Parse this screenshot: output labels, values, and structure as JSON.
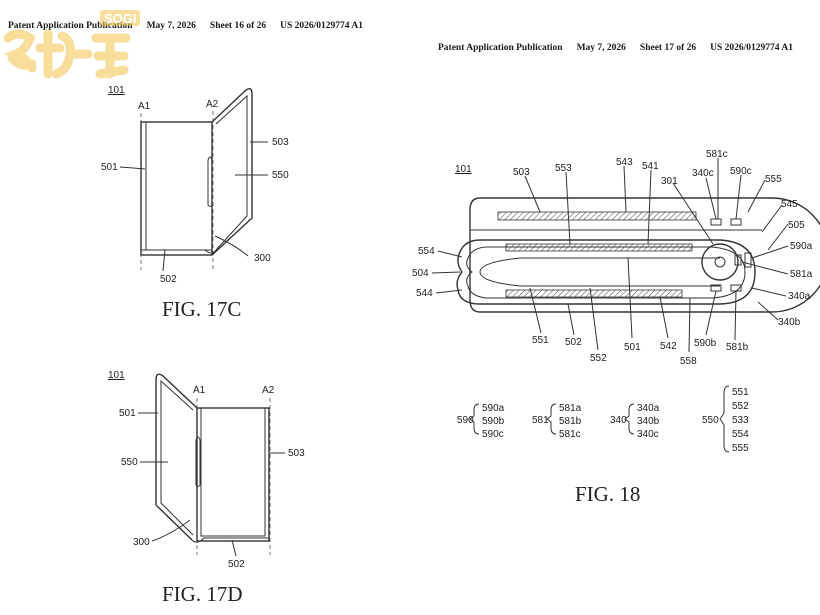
{
  "header_left": {
    "title": "Patent Application Publication",
    "date": "May 7, 2026",
    "sheet": "Sheet 16 of 26",
    "number": "US 2026/0129774 A1"
  },
  "header_right": {
    "title": "Patent Application Publication",
    "date": "May 7, 2026",
    "sheet": "Sheet 17 of 26",
    "number": "US 2026/0129774 A1"
  },
  "watermark": {
    "text": "SOGI",
    "color": "#f3c34a"
  },
  "fig17c": {
    "caption": "FIG. 17C",
    "ref": "101",
    "labels": {
      "a1": "A1",
      "a2": "A2",
      "l501": "501",
      "l503": "503",
      "l550": "550",
      "l502": "502",
      "l300": "300"
    }
  },
  "fig17d": {
    "caption": "FIG. 17D",
    "ref": "101",
    "labels": {
      "a1": "A1",
      "a2": "A2",
      "l501": "501",
      "l550": "550",
      "l503": "503",
      "l300": "300",
      "l502": "502"
    }
  },
  "fig18": {
    "caption": "FIG. 18",
    "ref": "101",
    "labels": {
      "l503": "503",
      "l553": "553",
      "l543": "543",
      "l541": "541",
      "l301": "301",
      "l340c": "340c",
      "l581c": "581c",
      "l590c": "590c",
      "l555": "555",
      "l545": "545",
      "l505": "505",
      "l590a": "590a",
      "l581a": "581a",
      "l340a": "340a",
      "l340b": "340b",
      "l554": "554",
      "l504": "504",
      "l544": "544",
      "l551": "551",
      "l502": "502",
      "l552": "552",
      "l501": "501",
      "l542": "542",
      "l590b": "590b",
      "l581b": "581b",
      "l558": "558"
    },
    "legend": [
      {
        "key": "590",
        "items": [
          "590a",
          "590b",
          "590c"
        ]
      },
      {
        "key": "581",
        "items": [
          "581a",
          "581b",
          "581c"
        ]
      },
      {
        "key": "340",
        "items": [
          "340a",
          "340b",
          "340c"
        ]
      },
      {
        "key": "550",
        "items": [
          "551",
          "552",
          "533",
          "554",
          "555"
        ]
      }
    ]
  }
}
